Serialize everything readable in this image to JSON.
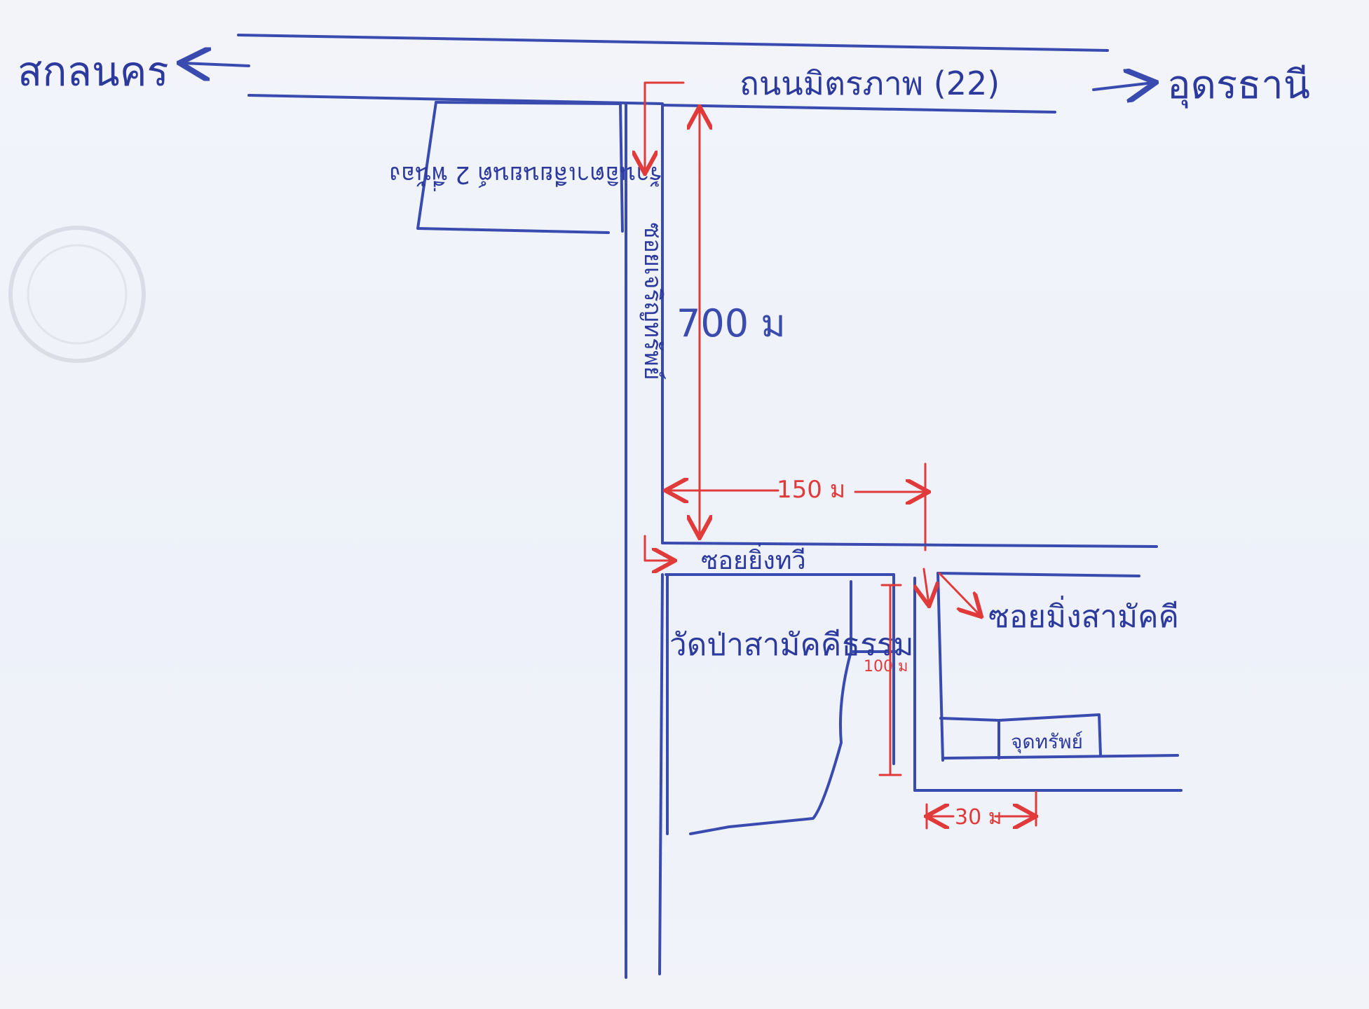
{
  "map": {
    "labels": {
      "west_destination": "สกลนคร",
      "east_destination": "อุดรธานี",
      "main_road": "ถนนมิตรภาพ (22)",
      "landmark_shop": "ร้านอิตาเลียนยนต์ 2 พี่น้อง",
      "side_road_vertical": "ซอยเจริญทรัพย์",
      "distance_700": "700 ม",
      "distance_150": "150 ม",
      "cross_road": "ซอยยิ่งทวี",
      "temple": "วัดป่าสามัคคีธรรม",
      "distance_100": "100 ม",
      "target_soi": "ซอยมิ่งสามัคคี",
      "destination_box": "จุดทรัพย์",
      "distance_30": "30 ม"
    },
    "colors": {
      "blue_ink": "#3a4bb0",
      "red_ink": "#e03a3a",
      "paper": "#f1f3f9"
    }
  }
}
